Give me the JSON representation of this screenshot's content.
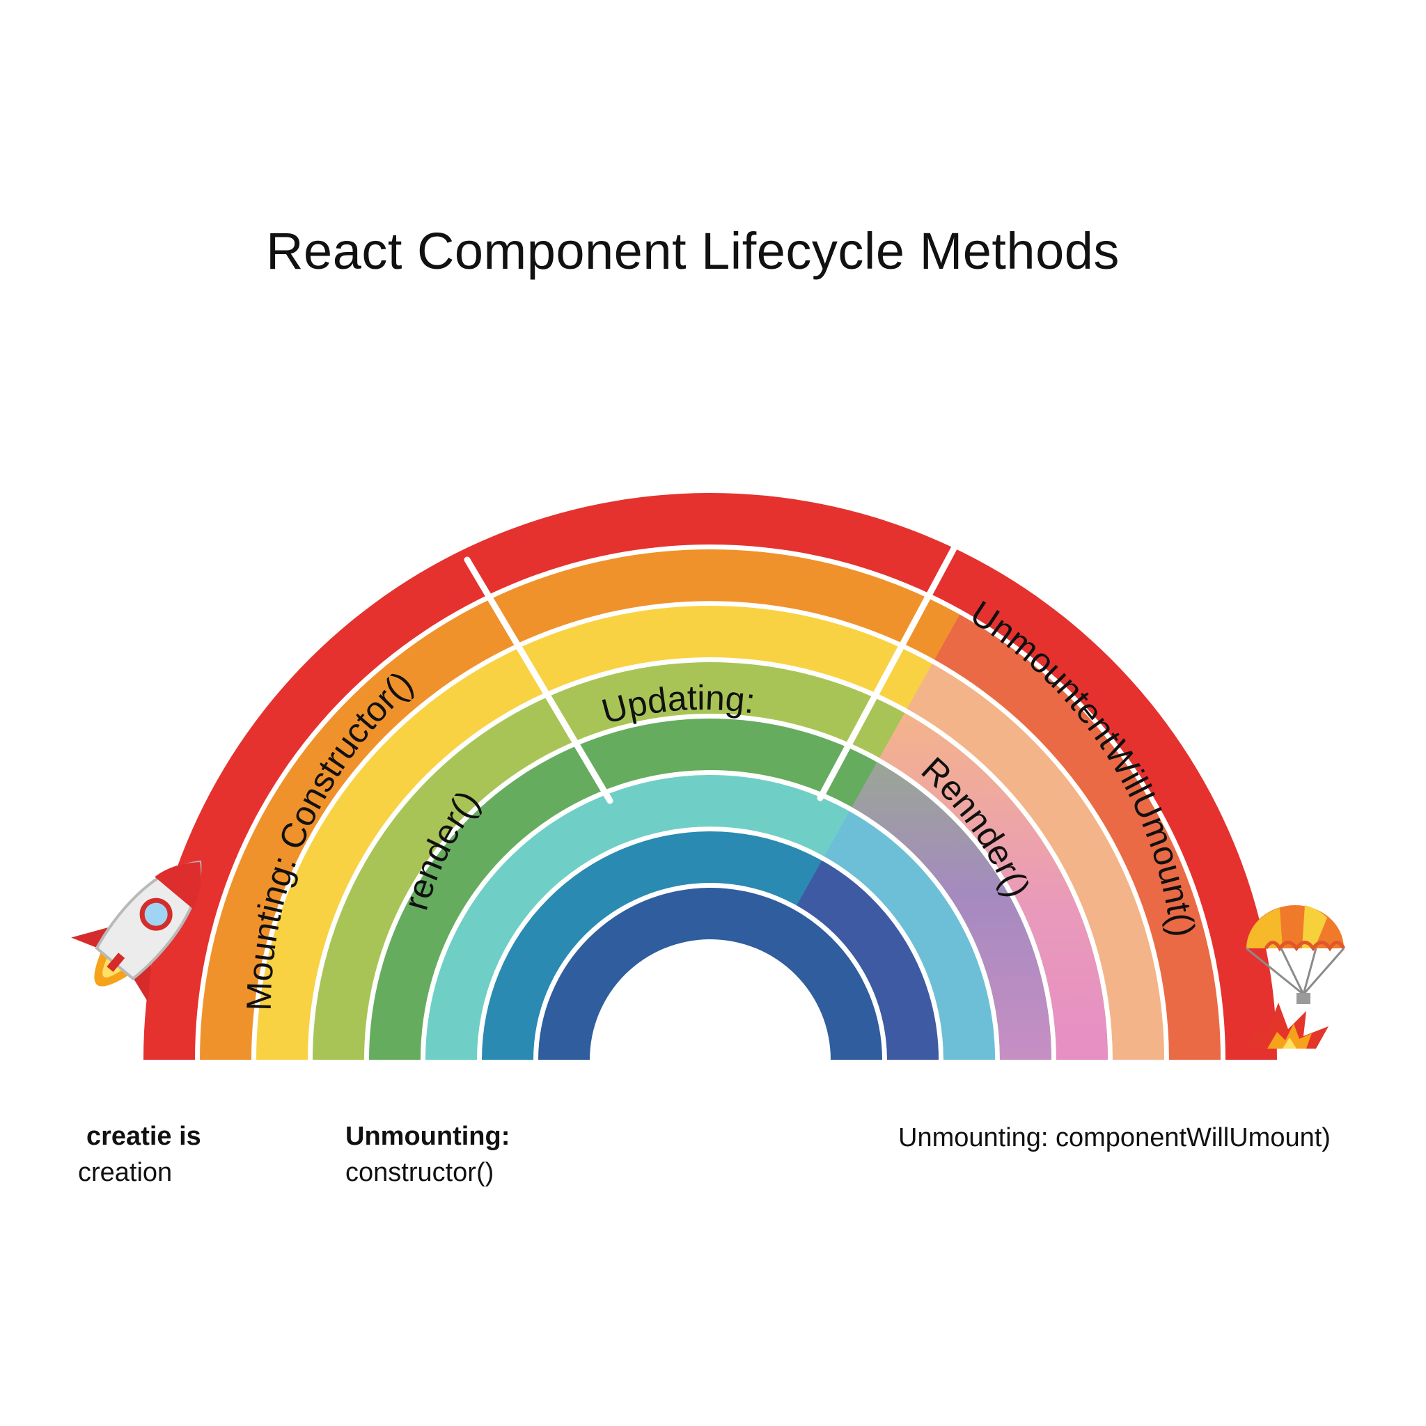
{
  "title": "React Component Lifecycle Methods",
  "bands": [
    {
      "color": "#e5322f"
    },
    {
      "color": "#f0922c"
    },
    {
      "color": "#f9d243"
    },
    {
      "color": "#a9c456"
    },
    {
      "color": "#66ac5f"
    },
    {
      "color": "#6fcfc6"
    },
    {
      "color": "#2a8ab1"
    },
    {
      "color": "#2f5d9e"
    }
  ],
  "right_colors": [
    "#e5322f",
    "#ea6a45",
    "#f4b48a",
    "#9aa695",
    "#6a8aa3",
    "#6cbfd6",
    "#3e5aa3"
  ],
  "arc_labels": {
    "mounting": "Mounting: Constructor()",
    "render_left": "render()",
    "updating": "Updating:",
    "unmount_right": "UnmountentWillUmount()",
    "render_right": "Rennder()"
  },
  "icons": {
    "left": "rocket-icon",
    "right_top": "parachute-icon",
    "right_bottom": "explosion-icon"
  },
  "captions": {
    "left_line1": "creatie is",
    "left_line2": "creation",
    "mid_line1": "Unmounting:",
    "mid_line2": "constructor()",
    "right": "Unmounting: componentWillUmount)"
  }
}
